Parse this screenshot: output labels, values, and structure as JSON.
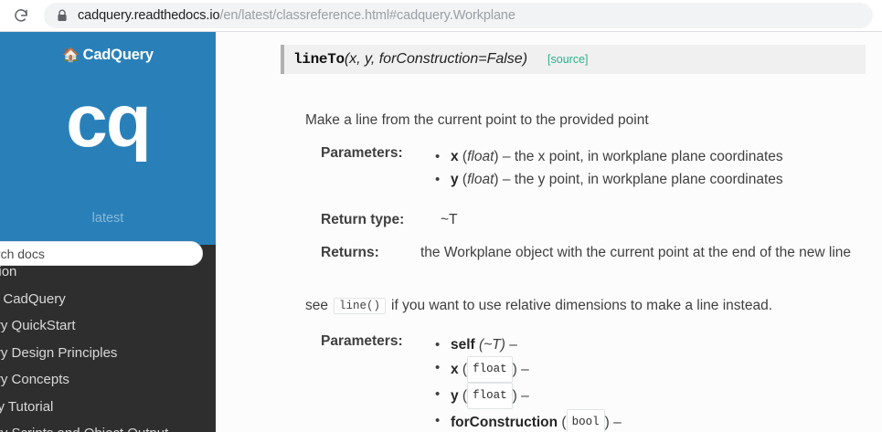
{
  "browser": {
    "reload_icon": "reload-icon",
    "lock_icon": "lock-icon",
    "url_host": "cadquery.readthedocs.io",
    "url_path": "/en/latest/classreference.html#cadquery.Workplane"
  },
  "sidebar": {
    "brand_label": "CadQuery",
    "home_icon": "home-icon",
    "logo_text": "cq",
    "version_label": "latest",
    "search": {
      "value": "",
      "placeholder": "Search docs"
    },
    "nav_items": [
      {
        "label": "Introduction"
      },
      {
        "label": "Installing CadQuery"
      },
      {
        "label": "CadQuery QuickStart"
      },
      {
        "label": "CadQuery Design Principles"
      },
      {
        "label": "CadQuery Concepts"
      },
      {
        "label": "Assembly Tutorial"
      },
      {
        "label": "CadQuery Scripts and Object Output"
      }
    ],
    "colors": {
      "header_blue": "#2980b9",
      "nav_dark": "#2e2e2e"
    }
  },
  "content": {
    "signature": {
      "function_name": "lineTo",
      "params_text": "(x, y, forConstruction=False)",
      "source_label": "[source]",
      "source_color": "#2db28c"
    },
    "description": "Make a line from the current point to the provided point",
    "parameters_label": "Parameters:",
    "parameters_1": [
      {
        "name": "x",
        "type": "float",
        "dash": "–",
        "desc": "the x point, in workplane plane coordinates"
      },
      {
        "name": "y",
        "type": "float",
        "dash": "–",
        "desc": "the y point, in workplane plane coordinates"
      }
    ],
    "return_type_label": "Return type:",
    "return_type_value": "~T",
    "returns_label": "Returns:",
    "returns_value": "the Workplane object with the current point at the end of the new line",
    "see_note": {
      "prefix": "see",
      "code": "line()",
      "suffix": "if you want to use relative dimensions to make a line instead."
    },
    "parameters_2_label": "Parameters:",
    "parameters_2": [
      {
        "name": "self",
        "type_italic": "(~T)",
        "dash": "–"
      },
      {
        "name": "x",
        "type_code": "float",
        "dash": "–"
      },
      {
        "name": "y",
        "type_code": "float",
        "dash": "–"
      },
      {
        "name": "forConstruction",
        "type_code": "bool",
        "dash": "–"
      }
    ]
  }
}
